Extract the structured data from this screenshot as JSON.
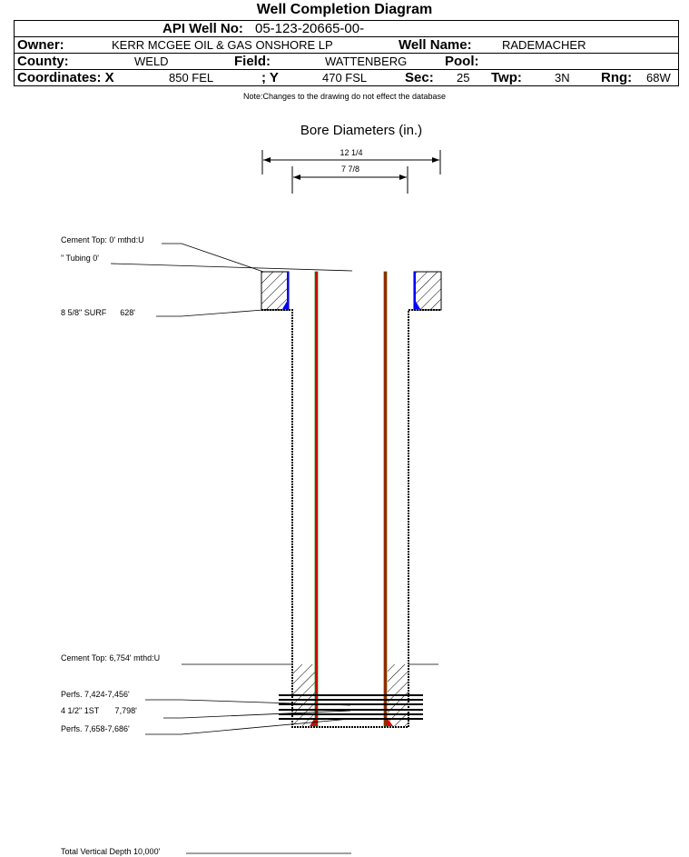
{
  "title": "Well Completion Diagram",
  "header": {
    "api_label": "API Well No:",
    "api_value": "05-123-20665-00-",
    "owner_label": "Owner:",
    "owner_value": "KERR MCGEE OIL & GAS ONSHORE LP",
    "well_name_label": "Well Name:",
    "well_name_value": "RADEMACHER",
    "county_label": "County:",
    "county_value": "WELD",
    "field_label": "Field:",
    "field_value": "WATTENBERG",
    "pool_label": "Pool:",
    "coord_x_label": "Coordinates: X",
    "coord_x_value": "850 FEL",
    "coord_y_label": "; Y",
    "coord_y_value": "470 FSL",
    "sec_label": "Sec:",
    "sec_value": "25",
    "twp_label": "Twp:",
    "twp_value": "3N",
    "rng_label": "Rng:",
    "rng_value": "68W"
  },
  "note": "Note:Changes to the drawing do not effect the database",
  "diagram": {
    "bore_title": "Bore Diameters (in.)",
    "bore_outer": "12 1/4",
    "bore_inner": "7 7/8",
    "labels": {
      "cement_top_1": "Cement Top: 0' mthd:U",
      "tubing": "\" Tubing 0'",
      "surface_casing": "8 5/8\" SURF      628'",
      "cement_top_2": "Cement Top: 6,754' mthd:U",
      "perfs_1": "Perfs. 7,424-7,456'",
      "production_casing": "4 1/2\" 1ST       7,798'",
      "perfs_2": "Perfs. 7,658-7,686'",
      "tvd": "Total Vertical Depth 10,000'"
    },
    "colors": {
      "tubing": "#e00000",
      "tubing_edge": "#008000",
      "cement_fill": "#0000ff"
    }
  }
}
